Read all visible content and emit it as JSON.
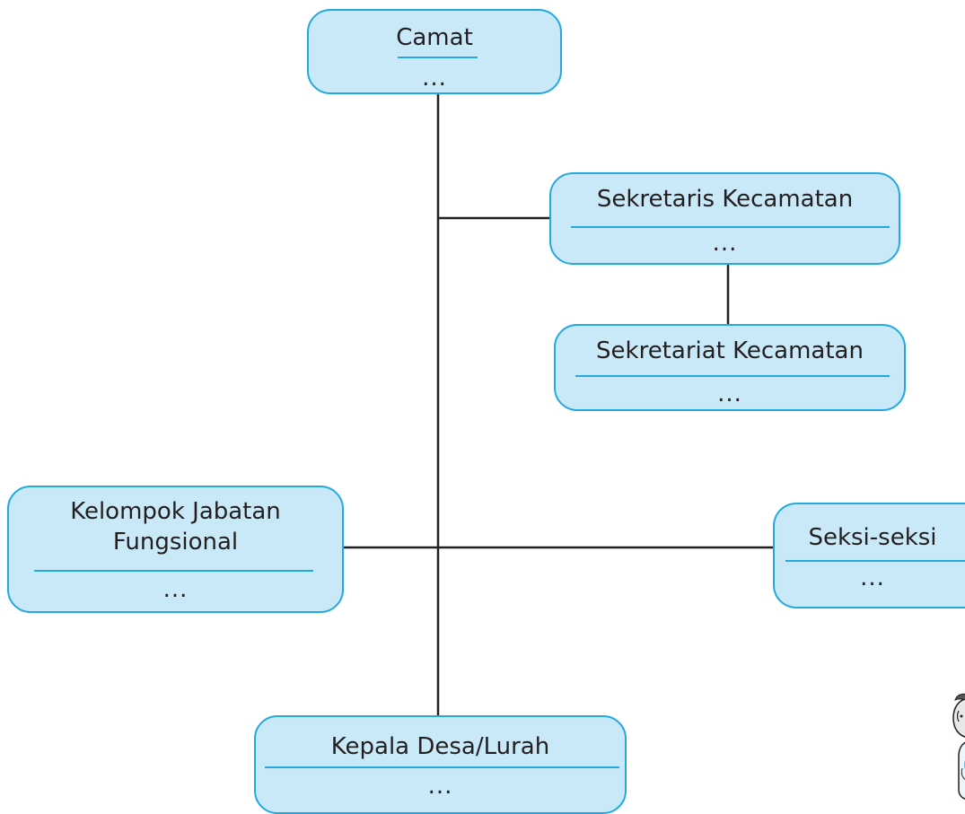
{
  "org_chart": {
    "camat": {
      "title": "Camat",
      "name": "..."
    },
    "sekretaris": {
      "title": "Sekretaris Kecamatan",
      "name": "..."
    },
    "sekretariat": {
      "title": "Sekretariat Kecamatan",
      "name": "..."
    },
    "kelompok": {
      "title_line1": "Kelompok Jabatan",
      "title_line2": "Fungsional",
      "name": "..."
    },
    "seksi": {
      "title": "Seksi-seksi",
      "name": "..."
    },
    "kepala": {
      "title": "Kepala Desa/Lurah",
      "name": "..."
    }
  },
  "colors": {
    "box_fill": "#c9e9f9",
    "box_border": "#22a9e1",
    "connector": "#231f20",
    "text": "#231f20"
  },
  "icons": {
    "mascot": "cartoon-character-partial"
  }
}
